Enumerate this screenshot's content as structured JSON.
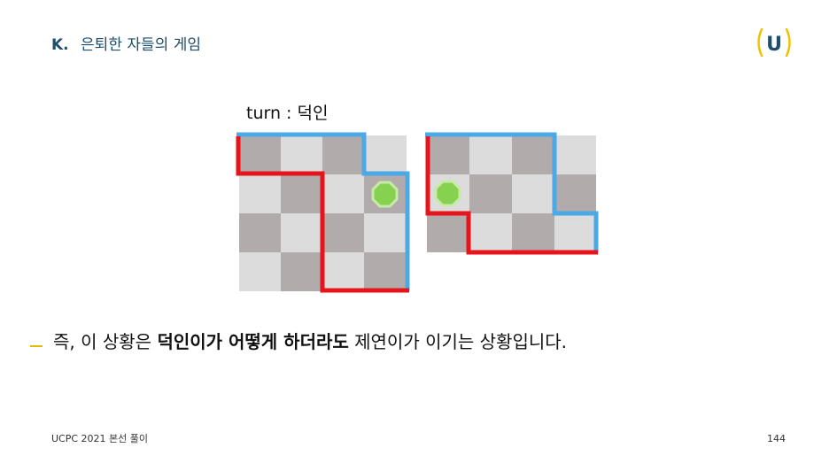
{
  "header": {
    "letter": "K.",
    "title": "은퇴한 자들의 게임"
  },
  "logo": {
    "text": "U",
    "bracket_color": "#f2c100",
    "letter_color": "#1d4e6b"
  },
  "turn_label": "turn : 덕인",
  "boards": {
    "left": {
      "rows": 4,
      "cols": 4,
      "piece": "green-octagon"
    },
    "right": {
      "rows": 3,
      "cols": 4,
      "piece": "green-octagon"
    },
    "colors": {
      "dark_cell": "#b1abab",
      "light_cell": "#dcdcdc",
      "blue_path": "#4aa9e6",
      "red_path": "#e8141b",
      "piece": "#86d150"
    }
  },
  "bullet": {
    "part1": "즉, 이 상황은 ",
    "bold": "덕인이가 어떻게 하더라도",
    "part2": " 제연이가 이기는 상황입니다."
  },
  "footer": {
    "text": "UCPC 2021 본선 풀이",
    "page": "144"
  }
}
